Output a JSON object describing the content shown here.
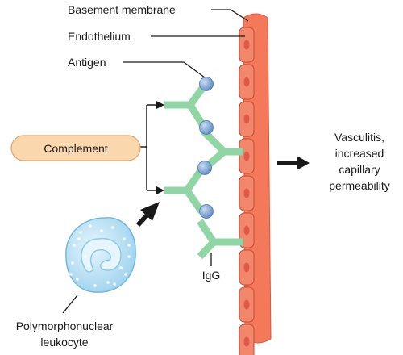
{
  "labels": {
    "basement_membrane": "Basement membrane",
    "endothelium": "Endothelium",
    "antigen": "Antigen",
    "complement": "Complement",
    "igg": "IgG",
    "pmn_line1": "Polymorphonuclear",
    "pmn_line2": "leukocyte",
    "outcome_line1": "Vasculitis,",
    "outcome_line2": "increased",
    "outcome_line3": "capillary",
    "outcome_line4": "permeability"
  },
  "colors": {
    "vessel_wall": "#f07a5c",
    "endothelial_cell": "#f2876c",
    "nucleus": "#e0584a",
    "antibody": "#8fd6a4",
    "antigen": "#7ea6d4",
    "complement_fill": "#fbd7ae",
    "complement_stroke": "#e2a56a",
    "leukocyte": "#bfe4f7",
    "leukocyte_nucleus": "#e3f3fb"
  }
}
